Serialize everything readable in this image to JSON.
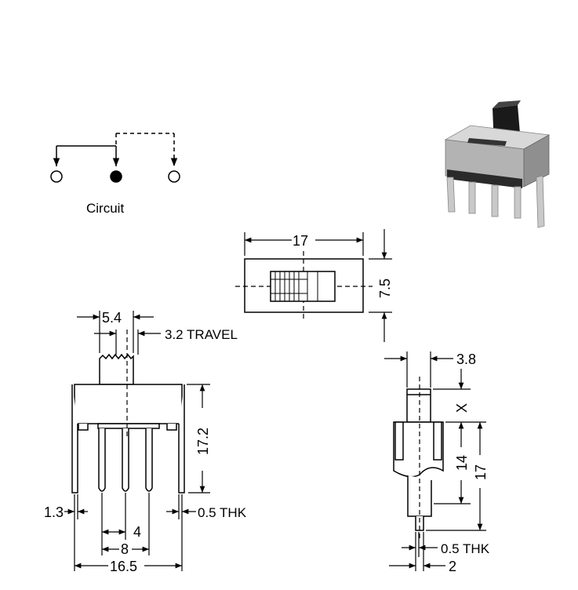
{
  "circuit": {
    "label": "Circuit"
  },
  "top_view": {
    "width": "17",
    "height": "7.5"
  },
  "front_view": {
    "actuator_width": "5.4",
    "travel": "3.2 TRAVEL",
    "body_height": "17.2",
    "pin_offset": "1.3",
    "pin_pitch": "4",
    "pin_span": "8",
    "overall_width": "16.5",
    "thickness": "0.5 THK"
  },
  "side_view": {
    "actuator_depth": "3.8",
    "actuator_height": "X",
    "body_height": "14",
    "overall_height": "17",
    "thickness": "0.5 THK",
    "pin_width": "2"
  },
  "colors": {
    "line": "#000000",
    "body_gray": "#b8b8b8",
    "knob": "#1a1a1a"
  }
}
